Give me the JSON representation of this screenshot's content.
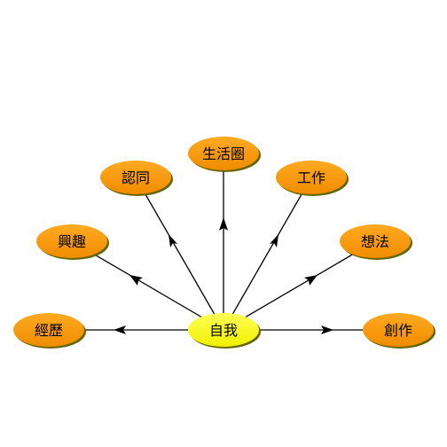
{
  "diagram": {
    "center": {
      "label": "自我",
      "fill": "#ffff00"
    },
    "nodes": [
      {
        "id": "experience",
        "label": "經歷"
      },
      {
        "id": "interest",
        "label": "興趣"
      },
      {
        "id": "identity",
        "label": "認同"
      },
      {
        "id": "life-circle",
        "label": "生活圈"
      },
      {
        "id": "work",
        "label": "工作"
      },
      {
        "id": "thoughts",
        "label": "想法"
      },
      {
        "id": "creation",
        "label": "創作"
      }
    ],
    "colors": {
      "node_fill": "#ff9900",
      "node_shadow": "#666600",
      "center_fill": "#ffff00",
      "edge": "#000000"
    }
  }
}
